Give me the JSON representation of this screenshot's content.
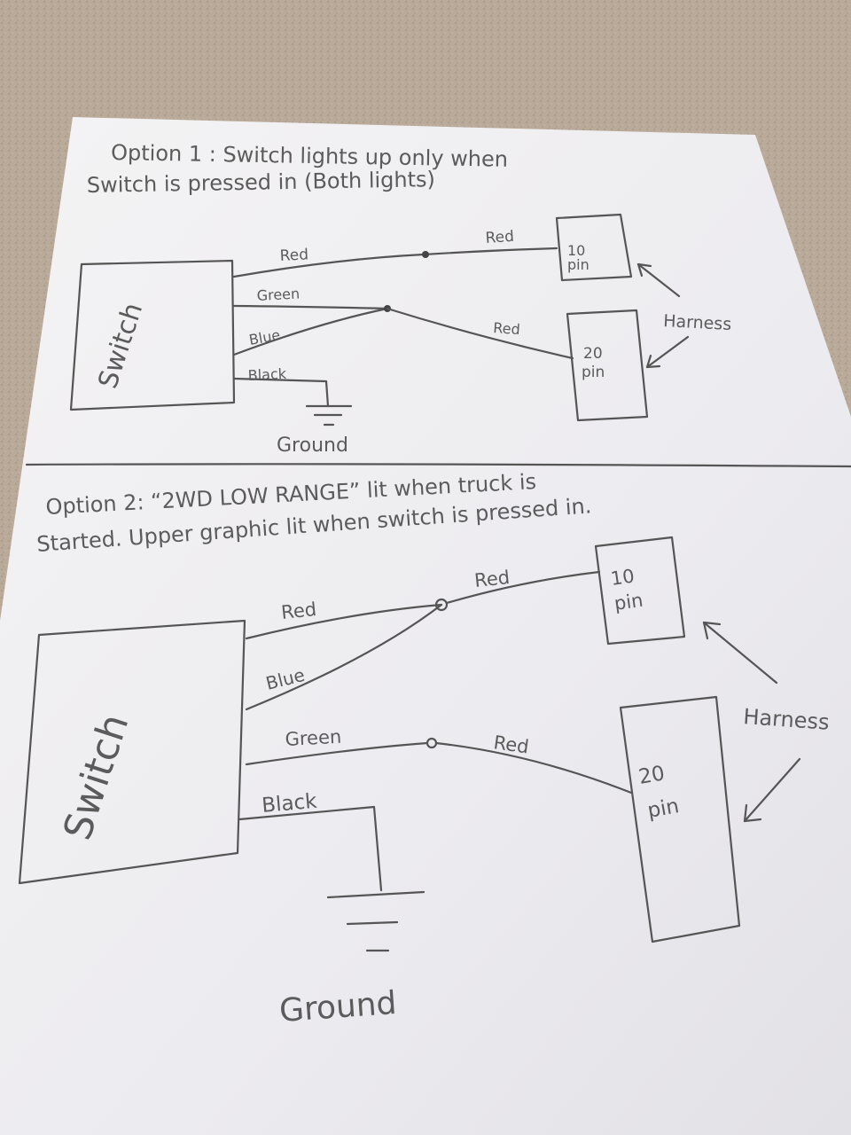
{
  "option1": {
    "heading_line1": "Option 1 : Switch lights up only when",
    "heading_line2": "Switch is pressed in (Both lights)",
    "switch_label": "Switch",
    "wires": {
      "red_left": "Red",
      "red_right": "Red",
      "green": "Green",
      "blue": "Blue",
      "red_lower": "Red",
      "black": "Black"
    },
    "ground_label": "Ground",
    "connector_10": {
      "line1": "10",
      "line2": "pin"
    },
    "connector_20": {
      "line1": "20",
      "line2": "pin"
    },
    "harness_label": "Harness"
  },
  "option2": {
    "heading_line1": "Option 2: “2WD LOW RANGE” lit when truck is",
    "heading_line2": "Started. Upper graphic lit when switch is pressed in.",
    "switch_label": "Switch",
    "wires": {
      "red_left": "Red",
      "red_right": "Red",
      "blue": "Blue",
      "green": "Green",
      "red_lower": "Red",
      "black": "Black"
    },
    "ground_label": "Ground",
    "connector_10": {
      "line1": "10",
      "line2": "pin"
    },
    "connector_20": {
      "line1": "20",
      "line2": "pin"
    },
    "harness_label": "Harness"
  }
}
